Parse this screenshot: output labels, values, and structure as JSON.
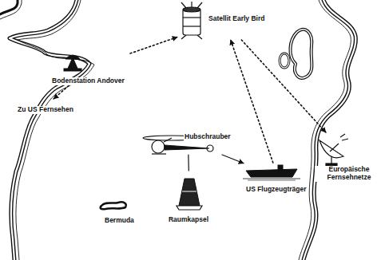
{
  "diagram": {
    "nodes": [
      {
        "text": [
          "Satellit Early Bird"
        ]
      },
      {
        "text": [
          "Bodenstation Andover"
        ]
      },
      {
        "text": [
          "Zu US Fernsehen"
        ]
      },
      {
        "text": [
          "Hubschrauber"
        ]
      },
      {
        "text": [
          "Raumkapsel"
        ]
      },
      {
        "text": [
          "US Flugzeugträger"
        ]
      },
      {
        "text": [
          "Europäische Fernsehnetze"
        ]
      }
    ],
    "edges": [
      {
        "from": 1,
        "to": 0,
        "arrow": "to"
      },
      {
        "from": 5,
        "to": 0,
        "arrow": "to"
      },
      {
        "from": 0,
        "to": 6,
        "arrow": "to"
      },
      {
        "from": 1,
        "to": 2,
        "arrow": "to"
      },
      {
        "from": 3,
        "to": 5,
        "arrow": "to"
      },
      {
        "from": 3,
        "to": 4,
        "arrow": "none"
      }
    ],
    "labels": [
      "Bermuda"
    ]
  }
}
